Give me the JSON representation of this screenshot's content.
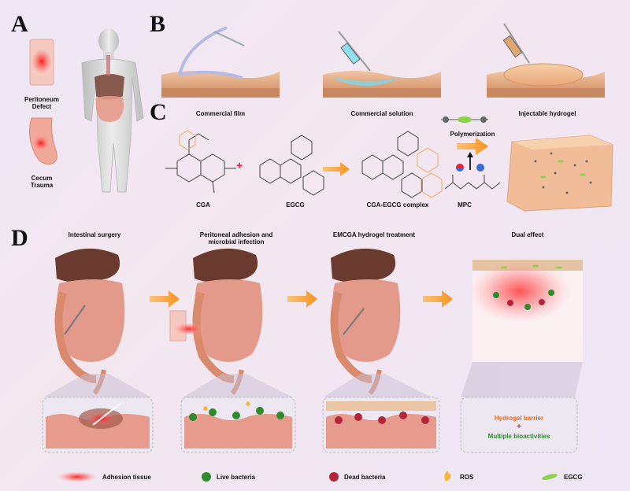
{
  "panels": {
    "a": "A",
    "b": "B",
    "c": "C",
    "d": "D"
  },
  "panel_a": {
    "peritoneum_defect": [
      "Peritoneum",
      "Defect"
    ],
    "cecum_trauma": [
      "Cecum",
      "Trauma"
    ]
  },
  "panel_b": {
    "film": "Commercial film",
    "solution": "Commercial solution",
    "hydrogel": "Injectable hydrogel"
  },
  "panel_c": {
    "cga": "CGA",
    "egcg": "EGCG",
    "complex": "CGA-EGCG complex",
    "mpc": "MPC",
    "polymerization": "Polymerization",
    "plus": "+"
  },
  "panel_d": {
    "step1": "Intestinal surgery",
    "step2": [
      "Peritoneal adhesion and",
      "microbial infection"
    ],
    "step3": "EMCGA hydrogel treatment",
    "step4": "Dual effect",
    "barrier": "Hydrogel barrier",
    "plus": "+",
    "bioactivities": "Multiple bioactivities"
  },
  "legend": {
    "adhesion": "Adhesion tissue",
    "live": "Live bacteria",
    "dead": "Dead bacteria",
    "ros": "ROS",
    "egcg": "EGCG"
  },
  "colors": {
    "arrow": "#f7931e",
    "tissue": "#e9b48f",
    "liver": "#6b3a2e",
    "intestine": "#e39a8a",
    "live_bacteria": "#2e8b2e",
    "dead_bacteria": "#b3263a",
    "hydrogel": "#f2c096"
  }
}
